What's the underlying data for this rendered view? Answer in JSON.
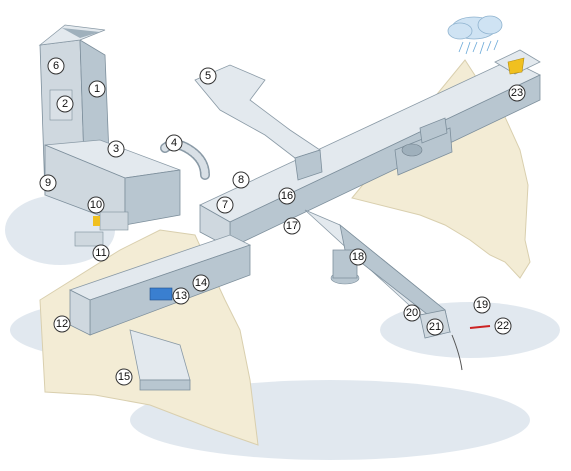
{
  "callouts": [
    "1",
    "2",
    "3",
    "4",
    "5",
    "6",
    "7",
    "8",
    "9",
    "10",
    "11",
    "12",
    "13",
    "14",
    "15",
    "16",
    "17",
    "18",
    "19",
    "20",
    "21",
    "22",
    "23"
  ],
  "colors": {
    "duct_light": "#e3e9ee",
    "duct_mid": "#cfd8df",
    "duct_dark": "#b8c6d0",
    "wall": "#f3ecd5",
    "cloud": "#cfe3f3",
    "rain": "#6aa8d8",
    "shadow": "#c9d6e2",
    "accent_blue": "#3a7fd0",
    "accent_yellow": "#f0c020",
    "accent_red": "#cc2222"
  }
}
